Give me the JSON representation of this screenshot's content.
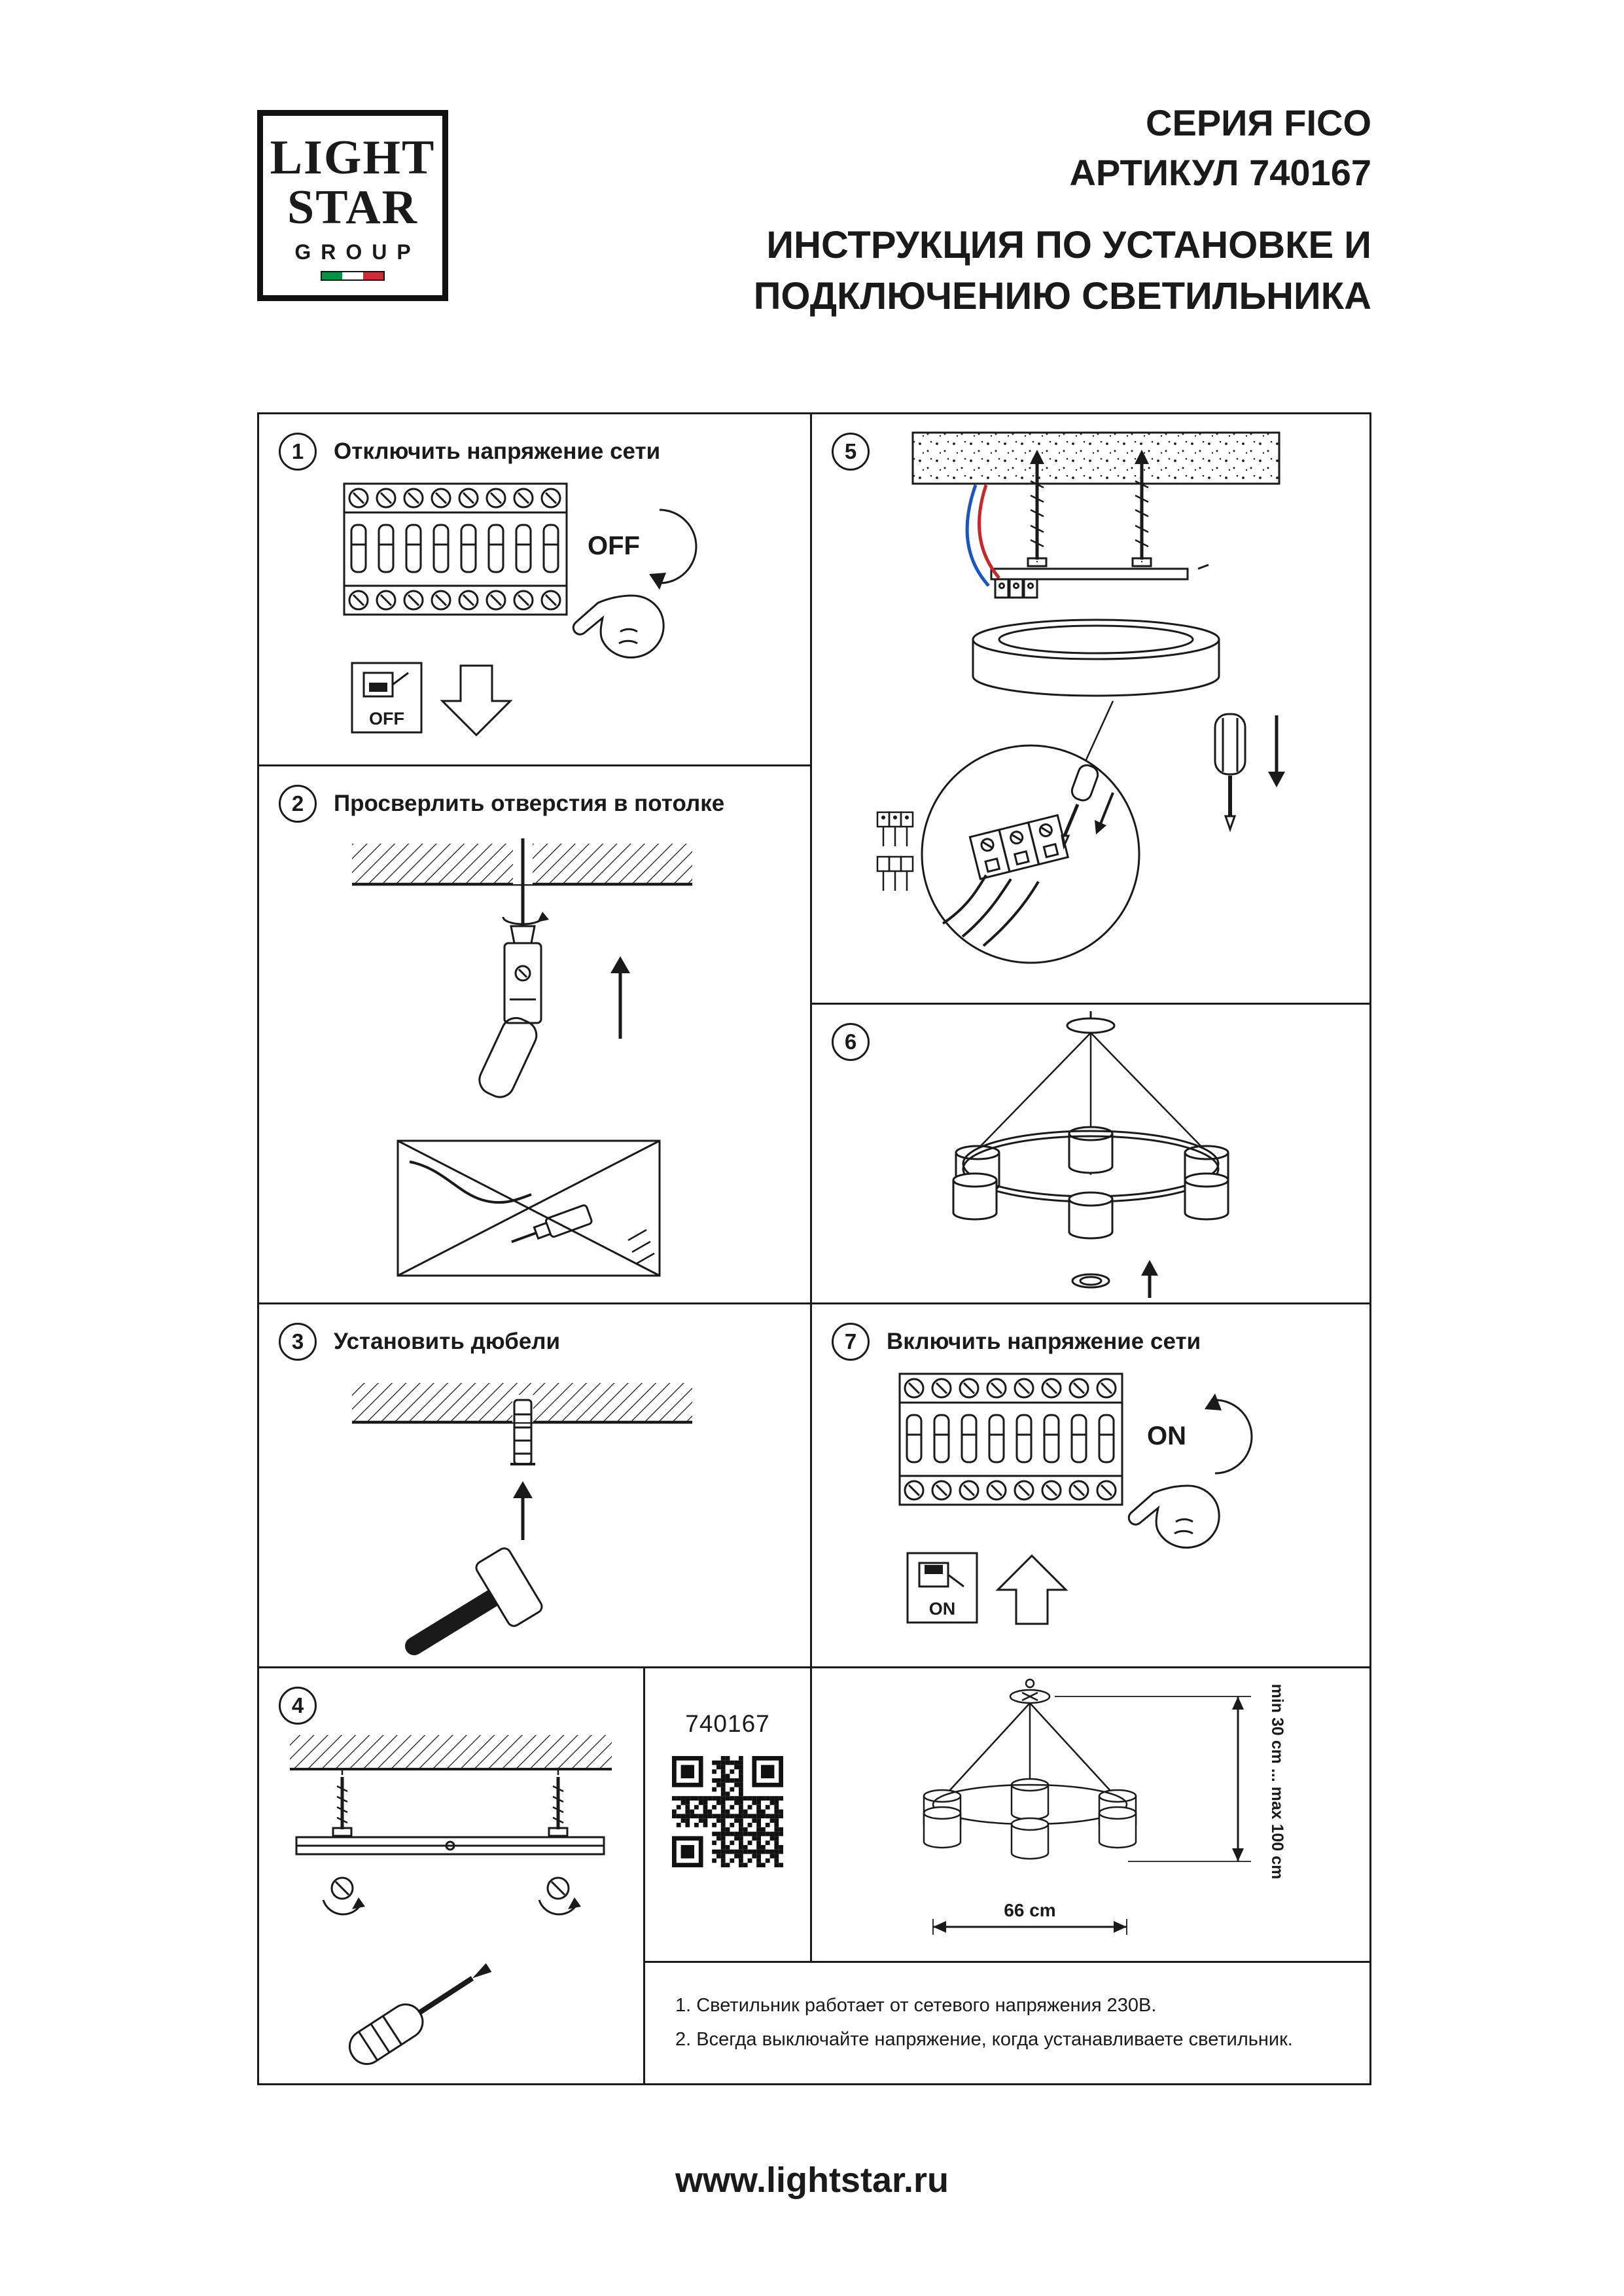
{
  "logo": {
    "line1": "LIGHT",
    "line2": "STAR",
    "line3": "GROUP"
  },
  "header": {
    "series": "СЕРИЯ FICO",
    "article": "АРТИКУЛ 740167",
    "title_line1": "ИНСТРУКЦИЯ ПО УСТАНОВКЕ И",
    "title_line2": "ПОДКЛЮЧЕНИЮ СВЕТИЛЬНИКА"
  },
  "steps": [
    {
      "number": "1",
      "label": "Отключить напряжение сети"
    },
    {
      "number": "2",
      "label": "Просверлить отверстия в потолке"
    },
    {
      "number": "3",
      "label": "Установить дюбели"
    },
    {
      "number": "4",
      "label": ""
    },
    {
      "number": "5",
      "label": ""
    },
    {
      "number": "6",
      "label": ""
    },
    {
      "number": "7",
      "label": "Включить напряжение сети"
    }
  ],
  "breaker_off": {
    "state_label": "OFF",
    "icon_label": "OFF"
  },
  "breaker_on": {
    "state_label": "ON",
    "icon_label": "ON"
  },
  "product": {
    "article": "740167"
  },
  "dimensions": {
    "height_range": "min 30 cm ... max 100 cm",
    "width": "66 cm"
  },
  "notes": [
    "1. Светильник работает от сетевого напряжения 230В.",
    "2. Всегда выключайте напряжение, когда устанавливаете светильник."
  ],
  "footer": {
    "website": "www.lightstar.ru"
  },
  "colors": {
    "ink": "#1a1a1a",
    "wire_red": "#c62828",
    "wire_blue": "#1a55c4",
    "flag_green": "#009246",
    "flag_red": "#ce2b37"
  }
}
